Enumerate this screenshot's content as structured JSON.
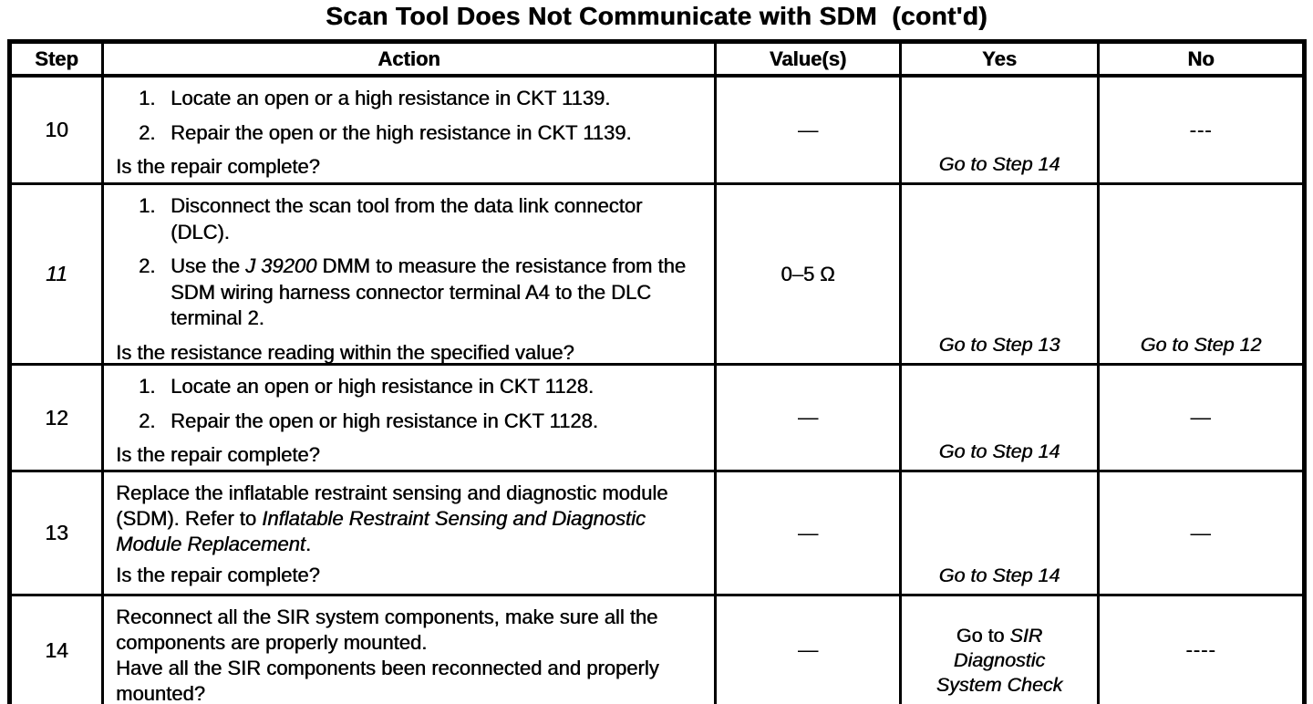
{
  "colors": {
    "ink": "#000000",
    "paper": "#ffffff"
  },
  "title": "Scan Tool Does Not Communicate with SDM  (cont'd)",
  "table": {
    "headers": {
      "step": "Step",
      "action": "Action",
      "values": "Value(s)",
      "yes": "Yes",
      "no": "No"
    },
    "rows": [
      {
        "step": "10",
        "actions": [
          {
            "num": "1.",
            "text": "Locate an open or a high resistance in CKT 1139."
          },
          {
            "num": "2.",
            "text": "Repair the open or the high resistance in CKT 1139."
          }
        ],
        "question": "Is the repair complete?",
        "value": "—",
        "yes": "Go to Step 14",
        "no": "---"
      },
      {
        "step": "11",
        "actions": [
          {
            "num": "1.",
            "text": "Disconnect the scan tool from the data link connector (DLC)."
          },
          {
            "num": "2.",
            "pre": "Use the ",
            "italic": "J 39200",
            "post": " DMM to measure the resistance from the SDM wiring harness connector terminal A4 to the DLC terminal 2."
          }
        ],
        "question": "Is the resistance reading within the specified value?",
        "value": "0–5 Ω",
        "yes": "Go to Step 13",
        "no": "Go to Step 12"
      },
      {
        "step": "12",
        "actions": [
          {
            "num": "1.",
            "text": "Locate an open or high resistance in CKT 1128."
          },
          {
            "num": "2.",
            "text": "Repair the open or high resistance in CKT 1128."
          }
        ],
        "question": "Is the repair complete?",
        "value": "—",
        "yes": "Go to Step 14",
        "no": "—"
      },
      {
        "step": "13",
        "paragraph": {
          "pre": "Replace the inflatable restraint sensing and diagnostic module (SDM). Refer to ",
          "italic": "Inflatable Restraint Sensing and Diagnostic Module Replacement",
          "post": "."
        },
        "question": "Is the repair complete?",
        "value": "—",
        "yes": "Go to Step 14",
        "no": "—"
      },
      {
        "step": "14",
        "paragraph": {
          "text": "Reconnect all the SIR system components, make sure all the components are properly mounted."
        },
        "question": "Have all the SIR components been reconnected and properly mounted?",
        "value": "—",
        "yes_pre": "Go to ",
        "yes_italic": "SIR Diagnostic System Check",
        "no": "----"
      }
    ]
  }
}
